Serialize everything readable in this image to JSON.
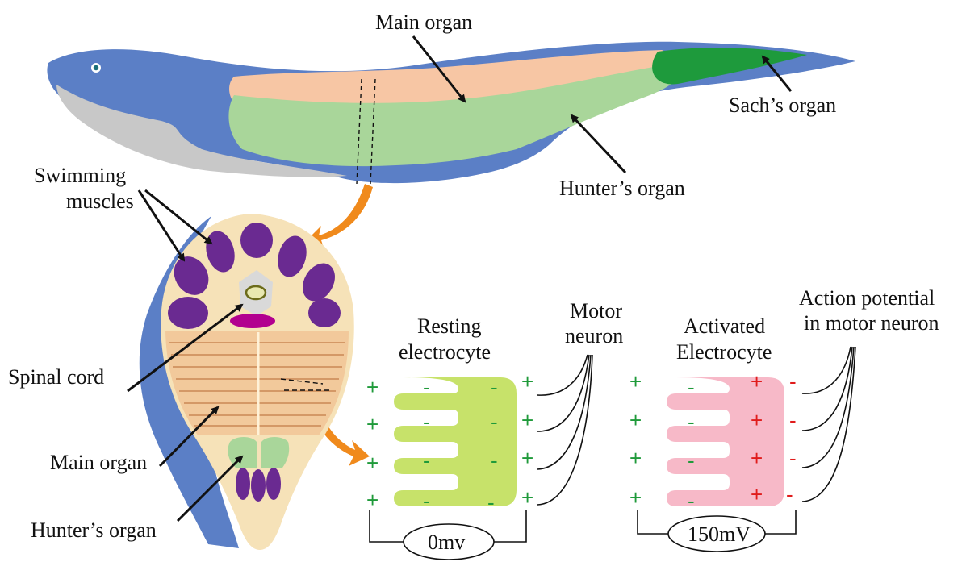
{
  "labels": {
    "main_organ_top": "Main organ",
    "sachs_organ": "Sach’s organ",
    "hunters_organ_top": "Hunter’s organ",
    "swimming_muscles_1": "Swimming",
    "swimming_muscles_2": "muscles",
    "spinal_cord": "Spinal cord",
    "main_organ_bottom": "Main organ",
    "hunters_organ_bottom": "Hunter’s organ",
    "resting_1": "Resting",
    "resting_2": "electrocyte",
    "motor_neuron_1": "Motor",
    "motor_neuron_2": "neuron",
    "activated_1": "Activated",
    "activated_2": "Electrocyte",
    "action_potential_1": "Action potential",
    "action_potential_2": "in motor neuron"
  },
  "voltages": {
    "resting": "0mv",
    "activated": "150mV"
  },
  "signs": {
    "plus": "+",
    "minus": "-"
  },
  "colors": {
    "eel_body": "#5b7fc6",
    "eel_belly": "#c8c8c8",
    "main_organ": "#f7c6a4",
    "hunters_organ": "#a9d69a",
    "sachs_organ": "#1e9a3c",
    "muscle": "#6a2a91",
    "cross_section": "#f6e2b8",
    "resting_cell": "#c7e26a",
    "activated_cell": "#f7b9c8",
    "arrow": "#f08a1c",
    "plus_green": "#1f9a3a",
    "sign_red": "#e01c1c"
  }
}
